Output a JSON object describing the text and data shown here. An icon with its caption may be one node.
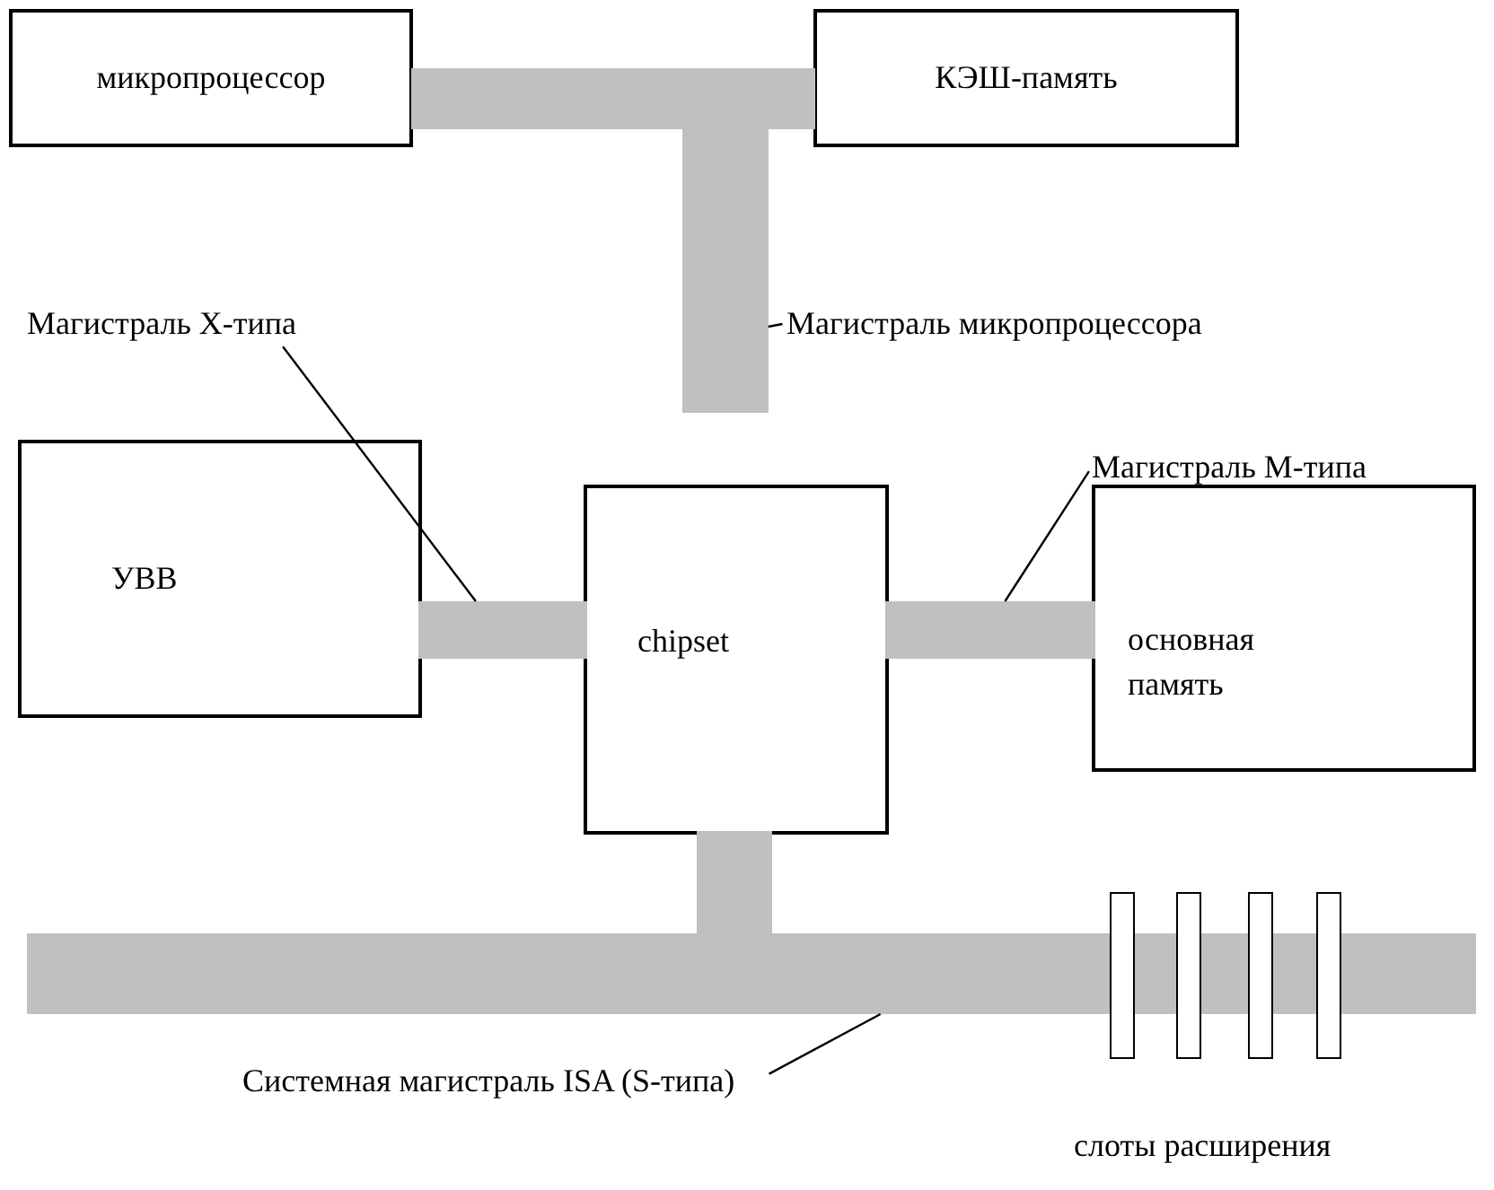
{
  "diagram": {
    "nodes": [
      {
        "text": [
          "микропроцессор"
        ]
      },
      {
        "text": [
          "КЭШ-память"
        ]
      },
      {
        "text": [
          "УВВ"
        ]
      },
      {
        "text": [
          "chipset"
        ]
      },
      {
        "text": [
          "основная память"
        ]
      },
      {
        "text": [],
        "shape": "bar"
      },
      {
        "text": [],
        "shape": "bar"
      },
      {
        "text": [],
        "shape": "bar"
      },
      {
        "text": [],
        "shape": "bar"
      },
      {
        "text": [],
        "shape": "bar"
      },
      {
        "text": [],
        "shape": "box"
      },
      {
        "text": [],
        "shape": "box"
      },
      {
        "text": [],
        "shape": "box"
      },
      {
        "text": [],
        "shape": "box"
      },
      {
        "text": [
          "Магистраль X-типа"
        ]
      },
      {
        "text": [
          "Магистраль микропроцессора"
        ]
      },
      {
        "text": [
          "Магистраль M-типа"
        ]
      },
      {
        "text": [
          "Системная магистраль ISA (S-типа)"
        ]
      }
    ],
    "edges": [
      {
        "from": 14,
        "to": 6,
        "arrow": "none"
      },
      {
        "from": 15,
        "to": 5,
        "arrow": "none"
      },
      {
        "from": 16,
        "to": 7,
        "arrow": "none"
      },
      {
        "from": 17,
        "to": 9,
        "arrow": "none"
      }
    ],
    "labels": [
      "слоты расширения"
    ]
  }
}
